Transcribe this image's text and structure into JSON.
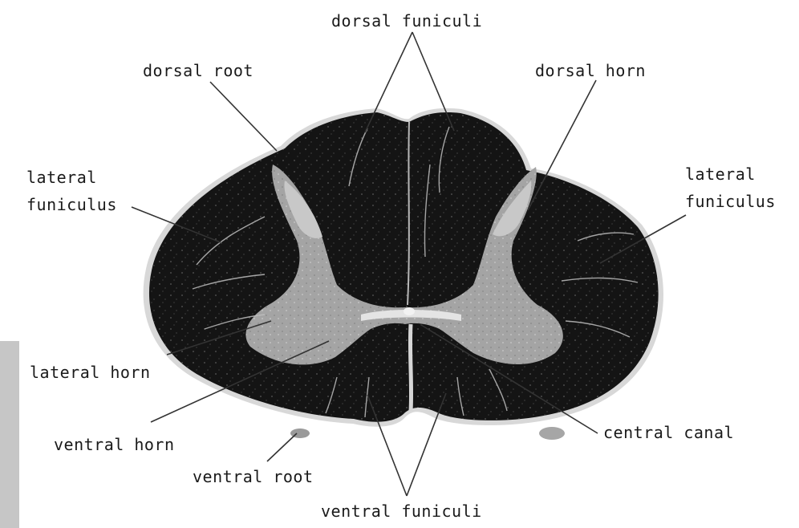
{
  "diagram": {
    "labels": {
      "dorsal_funiculi": "dorsal funiculi",
      "dorsal_root": "dorsal root",
      "dorsal_horn": "dorsal horn",
      "lateral_funiculus_left": "lateral\nfuniculus",
      "lateral_funiculus_right": "lateral\nfuniculus",
      "lateral_horn": "lateral horn",
      "ventral_horn": "ventral horn",
      "ventral_root": "ventral root",
      "ventral_funiculi": "ventral funiculi",
      "central_canal": "central canal"
    },
    "colors": {
      "white_matter": "#121212",
      "gray_matter": "#a8a8a8",
      "leader_line": "#333333",
      "background": "#ffffff"
    }
  }
}
